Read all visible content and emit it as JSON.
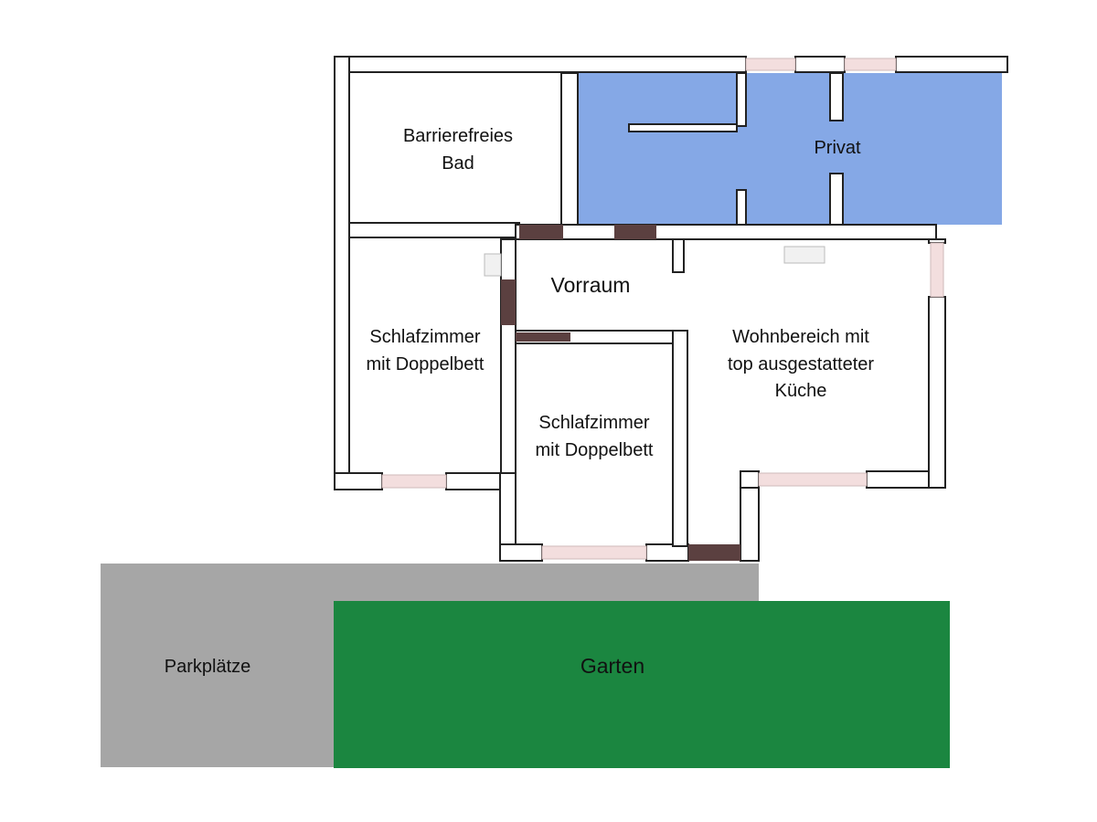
{
  "floorplan": {
    "rooms": {
      "bad": {
        "label_line1": "Barrierefreies",
        "label_line2": "Bad"
      },
      "privat": {
        "label": "Privat"
      },
      "vorraum": {
        "label": "Vorraum"
      },
      "schlafzimmer_1": {
        "label_line1": "Schlafzimmer",
        "label_line2": "mit Doppelbett"
      },
      "schlafzimmer_2": {
        "label_line1": "Schlafzimmer",
        "label_line2": "mit Doppelbett"
      },
      "wohnbereich": {
        "label_line1": "Wohnbereich mit",
        "label_line2": "top ausgestatteter",
        "label_line3": "Küche"
      }
    },
    "outdoor": {
      "parking": {
        "label": "Parkplätze"
      },
      "garden": {
        "label": "Garten"
      }
    },
    "colors": {
      "privat_fill": "#85a8e6",
      "garden_fill": "#1b8640",
      "parking_fill": "#a6a6a6",
      "wall_fill": "#ffffff",
      "wall_stroke": "#222222",
      "door_fill": "#5b4040",
      "window_fill": "#f3dede"
    }
  }
}
